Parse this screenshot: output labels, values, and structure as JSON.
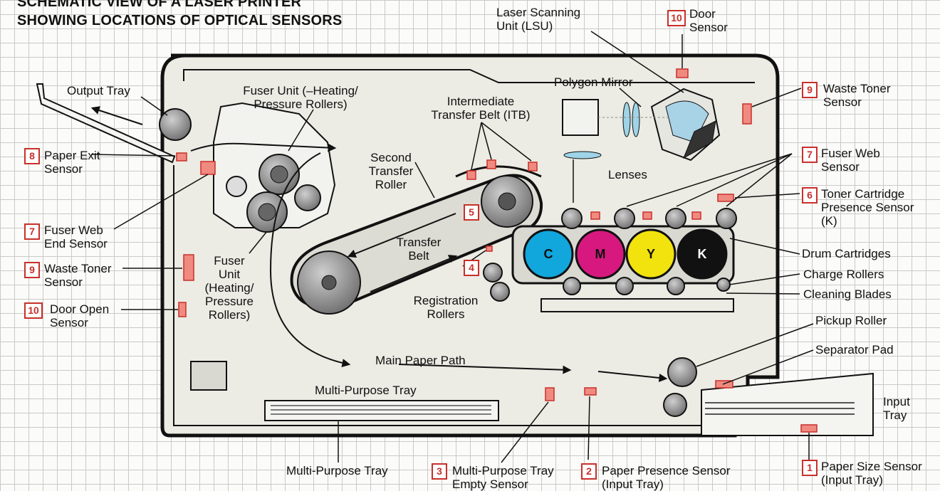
{
  "title": {
    "line1": "SCHEMATIC VIEW OF A LASER PRINTER",
    "line2": "SHOWING LOCATIONS OF OPTICAL SENSORS"
  },
  "colors": {
    "sensor": "#c8302a",
    "sensor_fill": "#f08a80",
    "cyan": "#11a6dc",
    "magenta": "#d7197f",
    "yellow": "#f2e20e",
    "black": "#111111",
    "housing": "#ecebe4"
  },
  "labels": {
    "lsu": "Laser Scanning\nUnit (LSU)",
    "door_top": "Door\nSensor",
    "polygon_mirror": "Polygon Mirror",
    "waste_toner_right": "Waste Toner\nSensor",
    "fuser_web_right": "Fuser Web\nSensor",
    "lenses": "Lenses",
    "toner_presence": "Toner Cartridge\nPresence Sensor\n(K)",
    "drum_cartridges": "Drum Cartridges",
    "charge_rollers": "Charge Rollers",
    "cleaning_blades": "Cleaning Blades",
    "pickup_roller": "Pickup Roller",
    "separator_pad": "Separator Pad",
    "input_tray": "Input\nTray",
    "paper_size": "Paper Size Sensor\n(Input Tray)",
    "paper_presence": "Paper Presence Sensor\n(Input Tray)",
    "mpt_empty": "Multi-Purpose Tray\nEmpty Sensor",
    "mpt_bottom": "Multi-Purpose Tray",
    "mpt_inside": "Multi-Purpose Tray",
    "main_path": "Main Paper Path",
    "registration": "Registration\nRollers",
    "transfer_belt": "Transfer\nBelt",
    "second_transfer": "Second\nTransfer\nRoller",
    "itb": "Intermediate\nTransfer Belt (ITB)",
    "fuser_top": "Fuser Unit (–Heating/\nPressure Rollers)",
    "fuser_mid": "Fuser\nUnit\n(Heating/\nPressure\nRollers)",
    "output_tray": "Output Tray",
    "paper_exit": "Paper Exit\nSensor",
    "fuser_web_end": "Fuser Web\nEnd Sensor",
    "waste_toner_left": "Waste Toner\nSensor",
    "door_open": "Door Open\nSensor"
  },
  "badges": {
    "b10_top": "10",
    "b9_right": "9",
    "b7_right": "7",
    "b6": "6",
    "b1": "1",
    "b2": "2",
    "b3": "3",
    "b4": "4",
    "b5": "5",
    "b8": "8",
    "b7_left": "7",
    "b9_left": "9",
    "b10_left": "10"
  },
  "drums": {
    "c": "C",
    "m": "M",
    "y": "Y",
    "k": "K"
  }
}
